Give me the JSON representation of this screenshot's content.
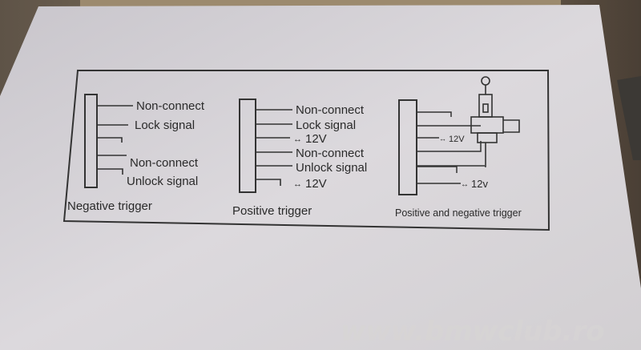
{
  "diagrams": {
    "negative": {
      "caption": "Negative trigger",
      "labels": [
        "Non-connect",
        "Lock signal",
        "Non-connect",
        "Unlock signal"
      ]
    },
    "positive": {
      "caption": "Positive  trigger",
      "labels": [
        "Non-connect",
        "Lock signal",
        "12V",
        "Non-connect",
        "Unlock signal",
        "12V"
      ]
    },
    "combined": {
      "caption": "Positive and negative trigger",
      "labels": [
        "12V",
        "12v"
      ]
    }
  },
  "watermark": "www.bmwclub.ro"
}
